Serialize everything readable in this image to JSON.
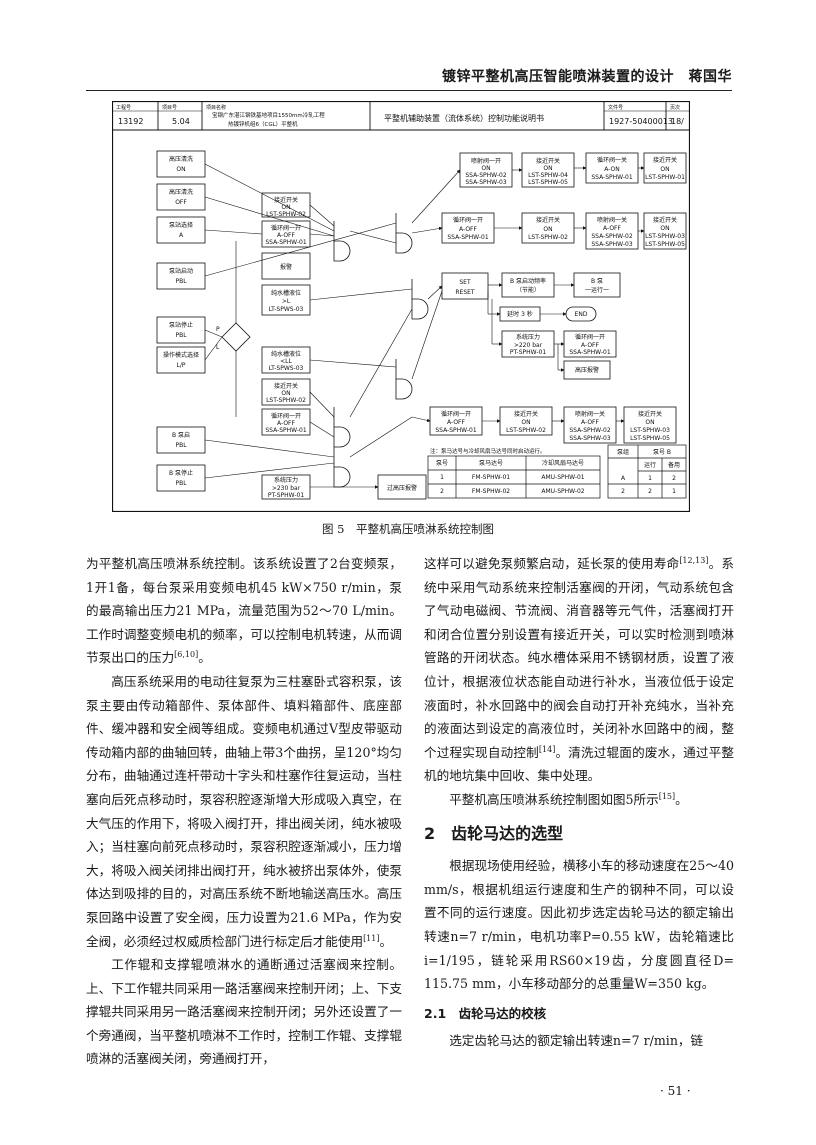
{
  "header": {
    "running_title": "镀锌平整机高压智能喷淋装置的设计　蒋国华"
  },
  "figure": {
    "caption": "图 5　平整机高压喷淋系统控制图",
    "title_block": {
      "labels": [
        "工程号",
        "项目号",
        "项目名称",
        "文件号",
        "页次"
      ],
      "project_no": "13192",
      "item_no": "5.04",
      "project_name_1": "宝钢广东湛江钢铁基地项目1550mm冷轧工程",
      "project_name_2": "热镀锌机组6（CGL）平整机",
      "doc_title": "平整机辅助装置（流体系统）控制功能说明书",
      "doc_no": "1927-50400013",
      "page": "18/"
    },
    "inputs": [
      {
        "name": "高压清洗",
        "state": "ON"
      },
      {
        "name": "高压清洗",
        "state": "OFF"
      },
      {
        "name": "泵站选择",
        "state": "A"
      },
      {
        "name": "泵站启动",
        "state": "PBL"
      },
      {
        "name": "泵站停止",
        "state": "PBL"
      },
      {
        "name": "操作模式选择",
        "state": "L/P"
      },
      {
        "name": "B 泵启",
        "state": "PBL"
      },
      {
        "name": "B 泵停止",
        "state": "PBL"
      }
    ],
    "mid_blocks": [
      [
        "接近开关",
        "ON",
        "LST-SPHW-02"
      ],
      [
        "循环阀一开",
        "A-OFF",
        "SSA-SPHW-01"
      ],
      [
        "报警"
      ],
      [
        "纯水槽液位",
        ">L",
        "LT-SPWS-03"
      ],
      [
        "纯水槽液位",
        "<LL",
        "LT-SPWS-03"
      ],
      [
        "接近开关",
        "ON",
        "LST-SPHW-02"
      ],
      [
        "循环阀一开",
        "A-OFF",
        "SSA-SPHW-01"
      ],
      [
        "系统压力",
        ">230 bar",
        "PT-SPHW-01"
      ]
    ],
    "overpressure_alarm": "过高压报警",
    "decision": {
      "p": "P",
      "l": "L"
    },
    "set_reset": [
      "SET",
      "RESET"
    ],
    "top_row_1": [
      [
        "喷射阀一开",
        "ON",
        "SSA-SPHW-02",
        "SSA-SPHW-03"
      ],
      [
        "接近开关",
        "ON",
        "LST-SPHW-04",
        "LST-SPHW-05"
      ],
      [
        "循环阀一关",
        "A-ON",
        "SSA-SPHW-01"
      ],
      [
        "接近开关",
        "ON",
        "LST-SPHW-01"
      ]
    ],
    "top_row_2": [
      [
        "循环阀一开",
        "A-OFF",
        "SSA-SPHW-01"
      ],
      [
        "接近开关",
        "ON",
        "LST-SPHW-02"
      ],
      [
        "喷射阀一关",
        "A-OFF",
        "SSA-SPHW-02",
        "SSA-SPHW-03"
      ],
      [
        "接近开关",
        "ON",
        "LST-SPHW-03",
        "LST-SPHW-05"
      ]
    ],
    "pump_start": [
      "B 泵启动频率",
      "（节能）"
    ],
    "pump_running": [
      "B 泵",
      "一运行一"
    ],
    "delay": "延时 3 秒",
    "end": "END",
    "system_pressure": [
      "系统压力",
      ">220 bar",
      "PT-SPHW-01"
    ],
    "circ_valve_close": [
      "循环阀一开",
      "A-OFF",
      "SSA-SPHW-01"
    ],
    "high_pressure_alarm": "高压报警",
    "bottom_row": [
      [
        "循环阀一开",
        "A-OFF",
        "SSA-SPHW-01"
      ],
      [
        "接近开关",
        "ON",
        "LST-SPHW-02"
      ],
      [
        "喷射阀一关",
        "A-OFF",
        "SSA-SPHW-02",
        "SSA-SPHW-03"
      ],
      [
        "接近开关",
        "ON",
        "LST-SPHW-03",
        "LST-SPHW-05"
      ]
    ],
    "note": "注：泵马达号与冷却风扇马达号同时启动运行。",
    "motor_table": {
      "headers": [
        "泵号",
        "泵马达号",
        "冷却风扇马达号"
      ],
      "rows": [
        [
          "1",
          "FM-SPHW-01",
          "AMU-SPHW-01"
        ],
        [
          "2",
          "FM-SPHW-02",
          "AMU-SPHW-02"
        ]
      ]
    },
    "pump_table": {
      "group_header": "泵号 B",
      "headers": [
        "泵组",
        "运行",
        "备用"
      ],
      "rows": [
        [
          "A",
          "1",
          "2"
        ],
        [
          "2",
          "2",
          "1"
        ]
      ]
    }
  },
  "body": {
    "left": {
      "p1": "为平整机高压喷淋系统控制。该系统设置了2台变频泵，1开1备，每台泵采用变频电机45 kW×750 r/min，泵的最高输出压力21 MPa，流量范围为52～70 L/min。工作时调整变频电机的频率，可以控制电机转速，从而调节泵出口的压力",
      "p1_ref": "[6,10]",
      "p1_end": "。",
      "p2": "高压系统采用的电动往复泵为三柱塞卧式容积泵，该泵主要由传动箱部件、泵体部件、填料箱部件、底座部件、缓冲器和安全阀等组成。变频电机通过V型皮带驱动传动箱内部的曲轴回转，曲轴上带3个曲拐，呈120°均匀分布，曲轴通过连杆带动十字头和柱塞作往复运动，当柱塞向后死点移动时，泵容积腔逐渐增大形成吸入真空，在大气压的作用下，将吸入阀打开，排出阀关闭，纯水被吸入；当柱塞向前死点移动时，泵容积腔逐渐减小，压力增大，将吸入阀关闭排出阀打开，纯水被挤出泵体外，使泵体达到吸排的目的，对高压系统不断地输送高压水。高压泵回路中设置了安全阀，压力设置为21.6 MPa，作为安全阀，必须经过权威质检部门进行标定后才能使用",
      "p2_ref": "[11]",
      "p2_end": "。",
      "p3": "工作辊和支撑辊喷淋水的通断通过活塞阀来控制。上、下工作辊共同采用一路活塞阀来控制开闭；上、下支撑辊共同采用另一路活塞阀来控制开闭；另外还设置了一个旁通阀，当平整机喷淋不工作时，控制工作辊、支撑辊喷淋的活塞阀关闭，旁通阀打开，"
    },
    "right": {
      "p1": "这样可以避免泵频繁启动，延长泵的使用寿命",
      "p1_ref": "[12,13]",
      "p1_mid": "。系统中采用气动系统来控制活塞阀的开闭，气动系统包含了气动电磁阀、节流阀、消音器等元气件，活塞阀打开和闭合位置分别设置有接近开关，可以实时检测到喷淋管路的开闭状态。纯水槽体采用不锈钢材质，设置了液位计，根据液位状态能自动进行补水，当液位低于设定液面时，补水回路中的阀会自动打开补充纯水，当补充的液面达到设定的高液位时，关闭补水回路中的阀，整个过程实现自动控制",
      "p1_ref2": "[14]",
      "p1_end": "。清洗过辊面的废水，通过平整机的地坑集中回收、集中处理。",
      "p2": "平整机高压喷淋系统控制图如图5所示",
      "p2_ref": "[15]",
      "p2_end": "。",
      "section_heading": "2　齿轮马达的选型",
      "p3": "根据现场使用经验，横移小车的移动速度在25～40 mm/s，根据机组运行速度和生产的钢种不同，可以设置不同的运行速度。因此初步选定齿轮马达的额定输出转速n=7 r/min，电机功率P=0.55 kW，齿轮箱速比i=1/195，链轮采用RS60×19齿，分度圆直径D= 115.75 mm，小车移动部分的总重量W=350 kg。",
      "subsection_heading": "2.1　齿轮马达的校核",
      "p4": "选定齿轮马达的额定输出转速n=7 r/min，链"
    }
  },
  "footer": {
    "page_number": "· 51 ·"
  }
}
